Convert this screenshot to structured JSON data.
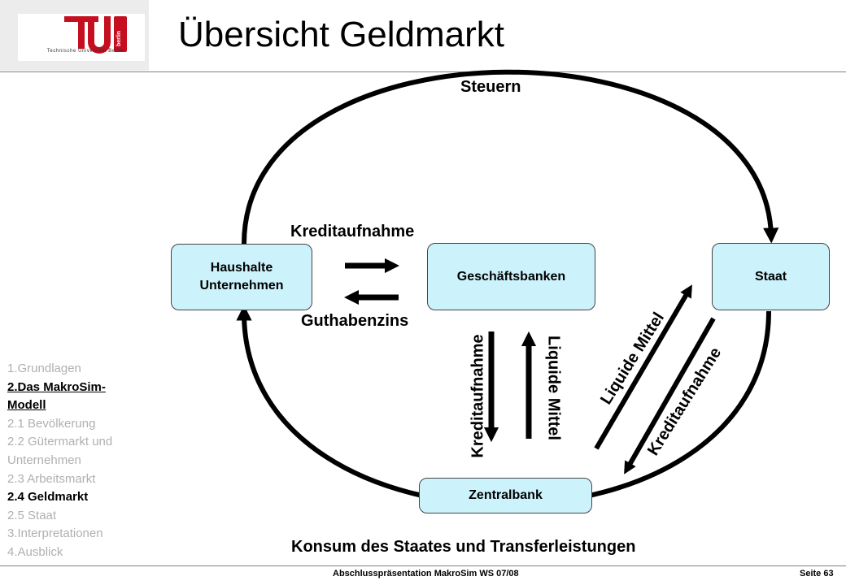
{
  "header": {
    "title": "Übersicht Geldmarkt",
    "logo_text": "Technische Universität Berlin"
  },
  "nav": {
    "items": [
      {
        "label": "1.Grundlagen",
        "state": "inactive"
      },
      {
        "label": "2.Das MakroSim-",
        "state": "active-underline"
      },
      {
        "label": "Modell",
        "state": "active-underline"
      },
      {
        "label": "2.1 Bevölkerung",
        "state": "inactive"
      },
      {
        "label": "2.2 Gütermarkt und",
        "state": "inactive"
      },
      {
        "label": "Unternehmen",
        "state": "inactive"
      },
      {
        "label": "2.3 Arbeitsmarkt",
        "state": "inactive"
      },
      {
        "label": "2.4 Geldmarkt",
        "state": "active"
      },
      {
        "label": "2.5 Staat",
        "state": "inactive"
      },
      {
        "label": "3.Interpretationen",
        "state": "inactive"
      },
      {
        "label": "4.Ausblick",
        "state": "inactive"
      }
    ]
  },
  "diagram": {
    "nodes": {
      "households_line1": "Haushalte",
      "households_line2": "Unternehmen",
      "banks": "Geschäftsbanken",
      "state": "Staat",
      "central_bank": "Zentralbank"
    },
    "labels": {
      "taxes": "Steuern",
      "credit_top": "Kreditaufnahme",
      "deposit_interest": "Guthabenzins",
      "credit_banks_cb": "Kreditaufnahme",
      "liquid_cb_banks": "Liquide Mittel",
      "liquid_cb_state": "Liquide Mittel",
      "credit_state_cb": "Kreditaufnahme",
      "consumption": "Konsum des Staates und Transferleistungen"
    }
  },
  "footer": {
    "center": "Abschlusspräsentation MakroSim WS 07/08",
    "page": "Seite 63"
  },
  "colors": {
    "box_fill": "#ccf2fb",
    "nav_inactive": "#b0b0b0",
    "tu_red": "#c50e1f"
  }
}
